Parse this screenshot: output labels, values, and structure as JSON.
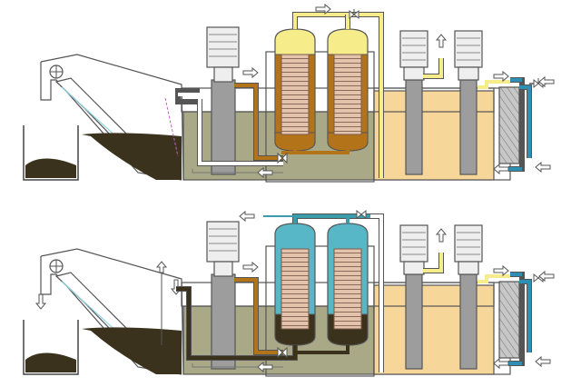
{
  "diagram": {
    "kind": "coolant filtration system schematic",
    "panels": [
      {
        "name": "top",
        "state": "filtering",
        "filter_head_color": "#f6ec8a"
      },
      {
        "name": "bottom",
        "state": "backwash",
        "filter_head_color": "#58b7c6"
      }
    ],
    "colors": {
      "dirty_tank": "#a9a987",
      "sludge": "#3a321c",
      "clean_tank": "#f7d69a",
      "steel": "#9d9d9d",
      "pump_motor": "#eeeeee",
      "brown_pipe": "#b27319",
      "yellow_pipe": "#f6ec8a",
      "teal_pipe": "#3a9bab",
      "blue_pipe": "#2e8fb5",
      "filter_element": "#d9b8a0",
      "valve": "#ffffff"
    },
    "icons": [
      "conveyor-drum-icon",
      "pump-motor-icon",
      "valve-icon",
      "flow-arrow-icon",
      "heat-exchanger-icon",
      "sludge-bin-icon"
    ]
  }
}
